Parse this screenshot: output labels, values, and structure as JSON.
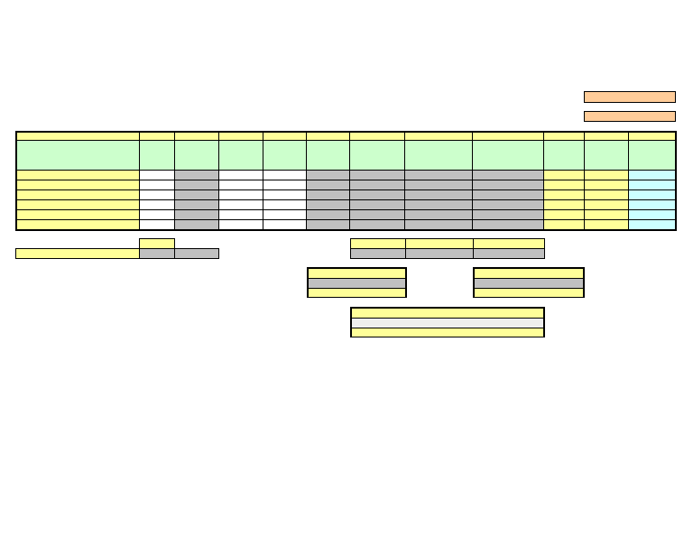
{
  "colors": {
    "yellow": "#ffff99",
    "green": "#ccffcc",
    "gray": "#c0c0c0",
    "white": "#ffffff",
    "cyan": "#ccffff",
    "orange": "#ffcc99",
    "lightgray": "#eeeeee"
  },
  "corner_fields": [
    {
      "label": ""
    },
    {
      "label": ""
    }
  ],
  "main_table": {
    "header_row_top": [
      "",
      "",
      "",
      "",
      "",
      "",
      "",
      "",
      "",
      "",
      "",
      ""
    ],
    "header_row_main": [
      "",
      "",
      "",
      "",
      "",
      "",
      "",
      "",
      "",
      "",
      "",
      ""
    ],
    "body_rows": [
      [
        "",
        "",
        "",
        "",
        "",
        "",
        "",
        "",
        "",
        "",
        "",
        ""
      ],
      [
        "",
        "",
        "",
        "",
        "",
        "",
        "",
        "",
        "",
        "",
        "",
        ""
      ],
      [
        "",
        "",
        "",
        "",
        "",
        "",
        "",
        "",
        "",
        "",
        "",
        ""
      ],
      [
        "",
        "",
        "",
        "",
        "",
        "",
        "",
        "",
        "",
        "",
        "",
        ""
      ],
      [
        "",
        "",
        "",
        "",
        "",
        "",
        "",
        "",
        "",
        "",
        "",
        ""
      ],
      [
        "",
        "",
        "",
        "",
        "",
        "",
        "",
        "",
        "",
        "",
        "",
        ""
      ]
    ],
    "body_col_colors": [
      "yellow",
      "white",
      "gray",
      "white",
      "white",
      "gray",
      "gray",
      "gray",
      "gray",
      "yellow",
      "yellow",
      "cyan"
    ]
  },
  "summary_left": {
    "header": "",
    "label": "",
    "values": [
      "",
      ""
    ]
  },
  "summary_right": {
    "headers": [
      "",
      "",
      ""
    ],
    "values": [
      "",
      "",
      ""
    ]
  },
  "box_a": {
    "title": "",
    "value": "",
    "footer": ""
  },
  "box_b": {
    "title": "",
    "value": "",
    "footer": ""
  },
  "box_c": {
    "title": "",
    "value": "",
    "footer": ""
  }
}
